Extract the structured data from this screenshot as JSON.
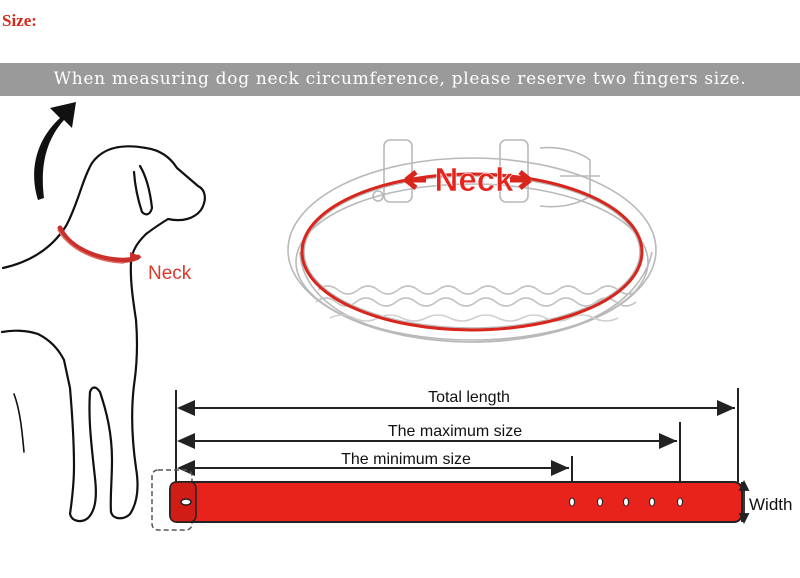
{
  "header": {
    "size_label": "Size:"
  },
  "banner": {
    "text": "When measuring dog neck circumference, please reserve two fingers size."
  },
  "dog": {
    "neck_label": "Neck"
  },
  "collar_illustration": {
    "neck_label": "Neck"
  },
  "measurements": {
    "total_length": "Total length",
    "maximum_size": "The maximum size",
    "minimum_size": "The minimum size",
    "width": "Width"
  },
  "colors": {
    "accent_red": "#e8231b",
    "banner_gray": "#9a9a9a",
    "title_red": "#d42a1e"
  }
}
